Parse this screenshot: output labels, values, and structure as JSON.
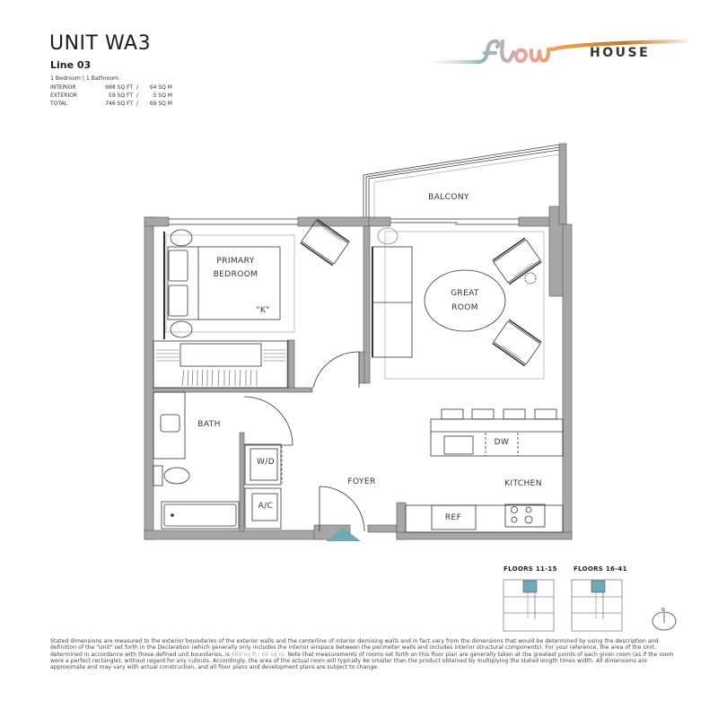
{
  "header": {
    "unit_title": "UNIT WA3",
    "line": "Line 03",
    "bed_bath": "1 Bedroom | 1 Bathroom",
    "areas": [
      {
        "label": "INTERIOR",
        "sqft": "688 SQ FT",
        "sep": "/",
        "sqm": "64 SQ M"
      },
      {
        "label": "EXTERIOR",
        "sqft": "59 SQ FT",
        "sep": "/",
        "sqm": "5 SQ M"
      },
      {
        "label": "TOTAL",
        "sqft": "746 SQ FT",
        "sep": "/",
        "sqm": "69 SQ M"
      }
    ]
  },
  "logo": {
    "script_text": "flow",
    "wordmark": "HOUSE",
    "gradient_colors": [
      "#8fb8c4",
      "#e9a3a8",
      "#f0a04a",
      "#b06a1e"
    ]
  },
  "floor_plan": {
    "rooms": {
      "balcony": "BALCONY",
      "primary_bedroom_line1": "PRIMARY",
      "primary_bedroom_line2": "BEDROOM",
      "bed_size": "\"K\"",
      "great_room_line1": "GREAT",
      "great_room_line2": "ROOM",
      "bath": "BATH",
      "washer_dryer": "W/D",
      "ac": "A/C",
      "foyer": "FOYER",
      "kitchen": "KITCHEN",
      "dishwasher": "DW",
      "refrigerator": "REF"
    },
    "entry_marker_color": "#6fa8b6",
    "wall_color": "#a6a6a6"
  },
  "keyplans": [
    {
      "label": "FLOORS 11-15",
      "highlight_color": "#6fa8b6"
    },
    {
      "label": "FLOORS 16-41",
      "highlight_color": "#6fa8b6"
    }
  ],
  "compass": {
    "label": "N"
  },
  "disclaimer": {
    "text_before": "Stated dimensions are measured to the exterior boundaries of the exterior walls and the centerline of interior demising walls and in fact vary from the dimensions that would be determined by using the description and definition of the \"Unit\" set forth in the Declaration (which generally only includes the interior airspace between the perimeter walls  and includes interior structural components).  For your reference, the area of the Unit, determined in accordance with those defined unit boundaries, is ",
    "highlight": "686 sq ft / 64 sq m.",
    "text_after": " Note that measurements of rooms set forth on this floor plan are generally taken at the greatest points of each given room (as if the room were a perfect rectangle), without regard for any cutouts.  Accordingly, the area of the actual room will typically be smaller than the product obtained by multiplying the stated length times width.  All dimensions are approximate and may vary with actual construction, and all floor plans and development plans are subject to change."
  }
}
